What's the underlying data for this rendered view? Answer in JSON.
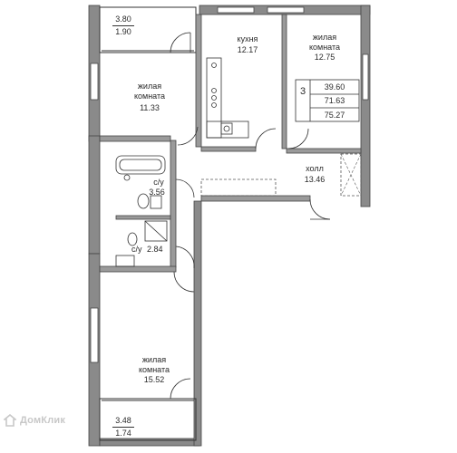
{
  "rooms": {
    "living_top": {
      "name_1": "жилая",
      "name_2": "комната",
      "area": "11.33"
    },
    "kitchen": {
      "name": "кухня",
      "area": "12.17"
    },
    "living_right": {
      "name_1": "жилая",
      "name_2": "комната",
      "area": "12.75"
    },
    "bath_1": {
      "name": "с/у",
      "area": "3.56"
    },
    "bath_2": {
      "name": "с/у",
      "area": "2.84"
    },
    "hall": {
      "name": "холл",
      "area": "13.46"
    },
    "living_bottom": {
      "name_1": "жилая",
      "name_2": "комната",
      "area": "15.52"
    }
  },
  "balconies": {
    "top": {
      "area": "3.80",
      "area_reduced": "1.90"
    },
    "bottom": {
      "area": "3.48",
      "area_reduced": "1.74"
    }
  },
  "summary": {
    "rooms_count": "3",
    "living_area": "39.60",
    "total_area": "71.63",
    "total_with_balconies": "75.27"
  },
  "watermark": {
    "text": "ДомКлик",
    "icon": "house-icon"
  },
  "colors": {
    "wall": "#7d7d7d",
    "wall_dark": "#5a5a5a",
    "line": "#333333",
    "bg": "#ffffff"
  }
}
